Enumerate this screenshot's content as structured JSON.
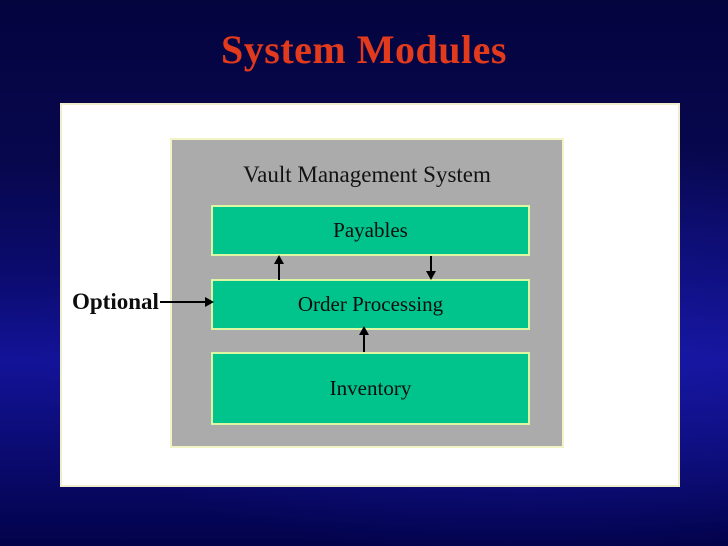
{
  "slide": {
    "title": "System Modules",
    "colors": {
      "title_red": "#e23a1c",
      "background_navy_dark": "#04043f",
      "background_navy_bright": "#131398",
      "panel_white": "#ffffff",
      "panel_border_cream": "#efedca",
      "container_gray": "#ababab",
      "container_border_pale_yellow": "#f3f4c6",
      "module_green": "#00c48c",
      "module_border_pale_green": "#dcf7a4",
      "arrow_black": "#000000"
    }
  },
  "diagram": {
    "container_label": "Vault Management System",
    "modules": [
      {
        "label": "Payables"
      },
      {
        "label": "Order Processing"
      },
      {
        "label": "Inventory"
      }
    ],
    "annotation": {
      "label": "Optional",
      "target": "Order Processing"
    },
    "connections": [
      {
        "from": "Order Processing",
        "to": "Payables",
        "direction": "up"
      },
      {
        "from": "Payables",
        "to": "Order Processing",
        "direction": "down"
      },
      {
        "from": "Inventory",
        "to": "Order Processing",
        "direction": "up"
      },
      {
        "from": "Optional",
        "to": "Order Processing",
        "direction": "right"
      }
    ]
  }
}
